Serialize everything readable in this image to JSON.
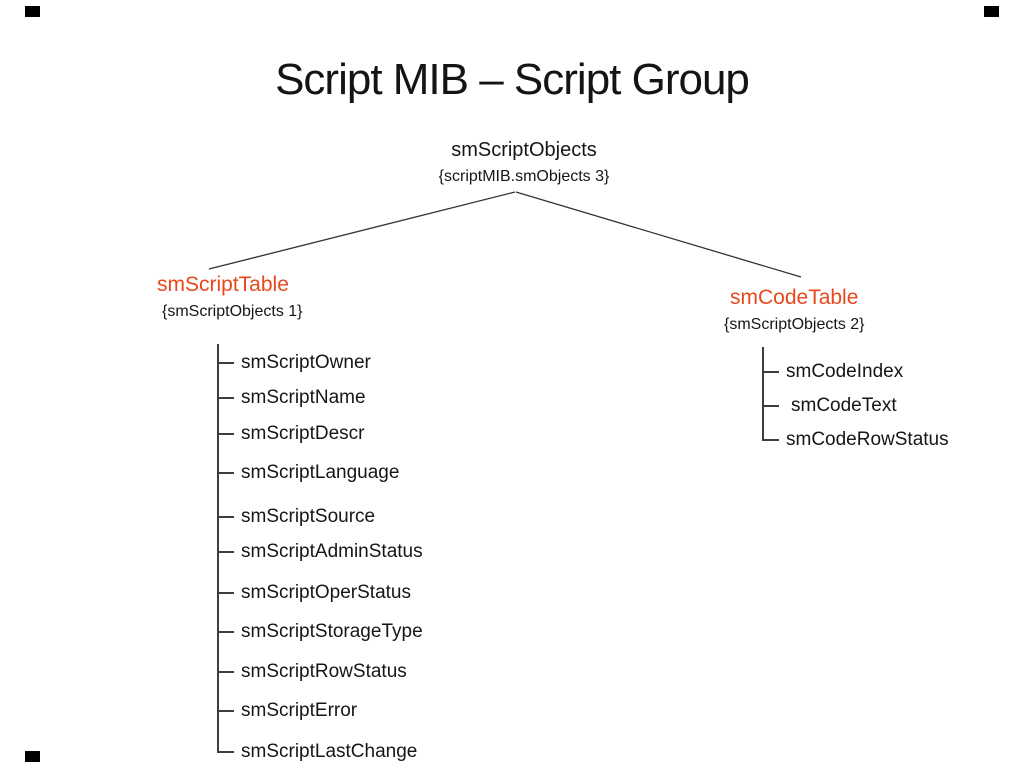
{
  "slide": {
    "title": "Script MIB – Script Group",
    "accent_color": "#e8481c",
    "text_color": "#1c1c1c",
    "line_color": "#3d3d3d",
    "background_color": "#ffffff"
  },
  "tree": {
    "root": {
      "label": "smScriptObjects",
      "oid": "{scriptMIB.smObjects 3}"
    },
    "script_table": {
      "label": "smScriptTable",
      "oid": "{smScriptObjects 1}",
      "attributes": [
        "smScriptOwner",
        "smScriptName",
        "smScriptDescr",
        "smScriptLanguage",
        "smScriptSource",
        "smScriptAdminStatus",
        "smScriptOperStatus",
        "smScriptStorageType",
        "smScriptRowStatus",
        "smScriptError",
        "smScriptLastChange"
      ]
    },
    "code_table": {
      "label": "smCodeTable",
      "oid": "{smScriptObjects 2}",
      "attributes": [
        "smCodeIndex",
        "smCodeText",
        "smCodeRowStatus"
      ]
    }
  }
}
